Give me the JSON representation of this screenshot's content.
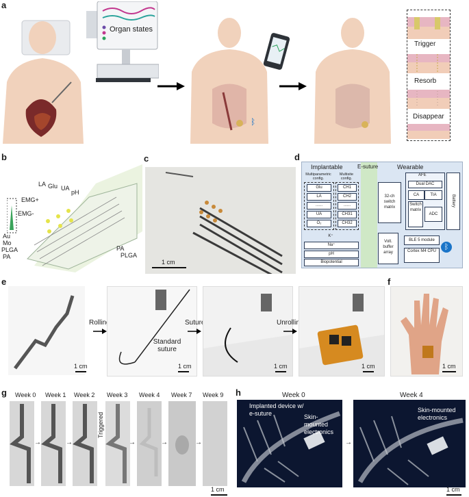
{
  "panels": {
    "a": "a",
    "b": "b",
    "c": "c",
    "d": "d",
    "e": "e",
    "f": "f",
    "g": "g",
    "h": "h"
  },
  "a": {
    "organ_states": "Organ states",
    "steps": [
      "Trigger",
      "Resorb",
      "Disappear"
    ]
  },
  "b": {
    "labels": [
      "LA",
      "Glu",
      "UA",
      "pH",
      "EMG+",
      "EMG-",
      "Au",
      "Mo",
      "PLGA",
      "PA",
      "PA",
      "PLGA"
    ]
  },
  "c": {
    "scale": "1 cm"
  },
  "d": {
    "headers": [
      "Implantable",
      "E-suture",
      "Wearable"
    ],
    "multiparam": "Multiparametric config.",
    "multisite": "Multisite config.",
    "left_col": [
      "Glu",
      "LA",
      "......",
      "UA",
      "O₂"
    ],
    "right_col": [
      "CH1",
      "CH2",
      "......",
      "CH31",
      "CH32"
    ],
    "ions": [
      "K⁺",
      "Na⁺",
      "pH",
      "Biopotential"
    ],
    "switch_matrix": "32-ch switch matrix",
    "afe": "AFE",
    "dual_dac": "Dual DAC",
    "ca": "CA",
    "tia": "TIA",
    "switch": "Switch matrix",
    "adc": "ADC",
    "battery": "Battery",
    "volt_buffer": "Volt. buffer array",
    "ble": "BLE 5 module",
    "cortex": "Cortex M4 CPU"
  },
  "e": {
    "rolling": "Rolling",
    "suture": "Suture",
    "unrolling": "Unrolling",
    "standard_suture": "Standard suture",
    "scale": "1 cm"
  },
  "f": {
    "scale": "1 cm"
  },
  "g": {
    "weeks": [
      "Week 0",
      "Week 1",
      "Week 2",
      "Week 3",
      "Week 4",
      "Week 7",
      "Week 9"
    ],
    "triggered": "Triggered",
    "scale": "1 cm"
  },
  "h": {
    "weeks": [
      "Week 0",
      "Week 4"
    ],
    "implanted": "Implanted device w/ e-suture",
    "skin_mounted": "Skin-mounted electronics",
    "skin_mounted2": "Skin-mounted electronics",
    "scale": "1 cm"
  },
  "colors": {
    "skin": "#f1d2bc",
    "d_bg": "#dbe6f3",
    "d_suture": "#cfe8c6",
    "bt_blue": "#1a74c8"
  }
}
